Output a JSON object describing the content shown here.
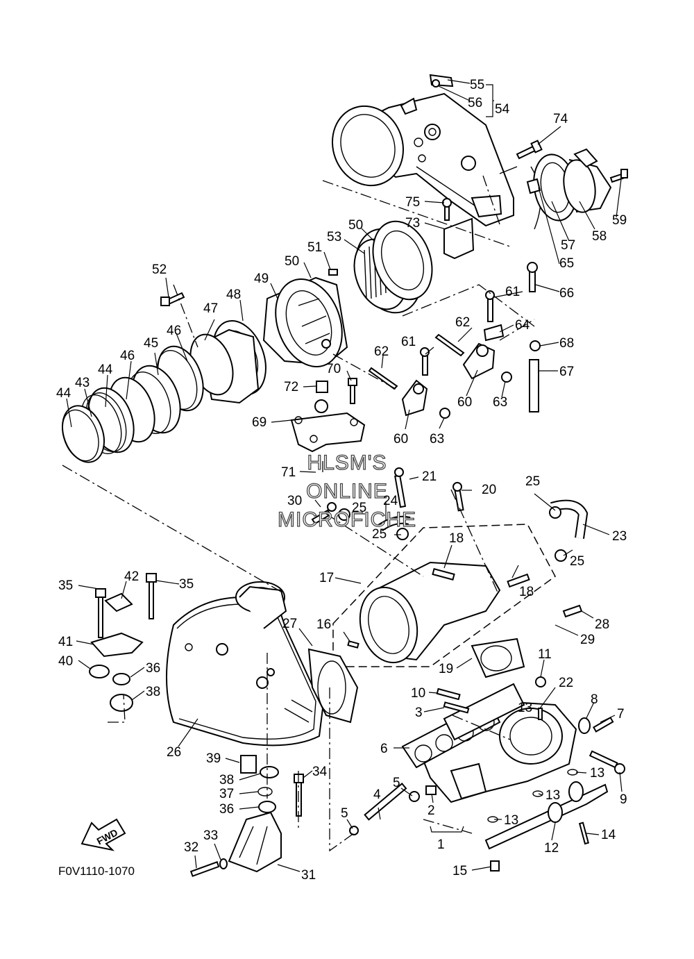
{
  "drawing_code": "F0V1110-1070",
  "fwd_label": "FWD",
  "watermark": [
    "HLSM'S",
    "ONLINE",
    "MICROFICHE"
  ],
  "callouts": [
    {
      "n": "1"
    },
    {
      "n": "2"
    },
    {
      "n": "3"
    },
    {
      "n": "4"
    },
    {
      "n": "5"
    },
    {
      "n": "5"
    },
    {
      "n": "6"
    },
    {
      "n": "7"
    },
    {
      "n": "8"
    },
    {
      "n": "9"
    },
    {
      "n": "10"
    },
    {
      "n": "11"
    },
    {
      "n": "12"
    },
    {
      "n": "13"
    },
    {
      "n": "13"
    },
    {
      "n": "13"
    },
    {
      "n": "13"
    },
    {
      "n": "14"
    },
    {
      "n": "15"
    },
    {
      "n": "16"
    },
    {
      "n": "17"
    },
    {
      "n": "18"
    },
    {
      "n": "18"
    },
    {
      "n": "19"
    },
    {
      "n": "20"
    },
    {
      "n": "21"
    },
    {
      "n": "22"
    },
    {
      "n": "23"
    },
    {
      "n": "24"
    },
    {
      "n": "25"
    },
    {
      "n": "25"
    },
    {
      "n": "25"
    },
    {
      "n": "25"
    },
    {
      "n": "26"
    },
    {
      "n": "27"
    },
    {
      "n": "28"
    },
    {
      "n": "29"
    },
    {
      "n": "30"
    },
    {
      "n": "31"
    },
    {
      "n": "32"
    },
    {
      "n": "33"
    },
    {
      "n": "34"
    },
    {
      "n": "35"
    },
    {
      "n": "35"
    },
    {
      "n": "36"
    },
    {
      "n": "36"
    },
    {
      "n": "37"
    },
    {
      "n": "38"
    },
    {
      "n": "38"
    },
    {
      "n": "39"
    },
    {
      "n": "40"
    },
    {
      "n": "41"
    },
    {
      "n": "42"
    },
    {
      "n": "43"
    },
    {
      "n": "44"
    },
    {
      "n": "44"
    },
    {
      "n": "45"
    },
    {
      "n": "46"
    },
    {
      "n": "46"
    },
    {
      "n": "47"
    },
    {
      "n": "48"
    },
    {
      "n": "49"
    },
    {
      "n": "50"
    },
    {
      "n": "50"
    },
    {
      "n": "51"
    },
    {
      "n": "52"
    },
    {
      "n": "53"
    },
    {
      "n": "54"
    },
    {
      "n": "55"
    },
    {
      "n": "56"
    },
    {
      "n": "57"
    },
    {
      "n": "58"
    },
    {
      "n": "59"
    },
    {
      "n": "60"
    },
    {
      "n": "60"
    },
    {
      "n": "61"
    },
    {
      "n": "61"
    },
    {
      "n": "62"
    },
    {
      "n": "62"
    },
    {
      "n": "63"
    },
    {
      "n": "63"
    },
    {
      "n": "64"
    },
    {
      "n": "65"
    },
    {
      "n": "66"
    },
    {
      "n": "67"
    },
    {
      "n": "68"
    },
    {
      "n": "69"
    },
    {
      "n": "70"
    },
    {
      "n": "71"
    },
    {
      "n": "72"
    },
    {
      "n": "73"
    },
    {
      "n": "74"
    },
    {
      "n": "75"
    }
  ]
}
